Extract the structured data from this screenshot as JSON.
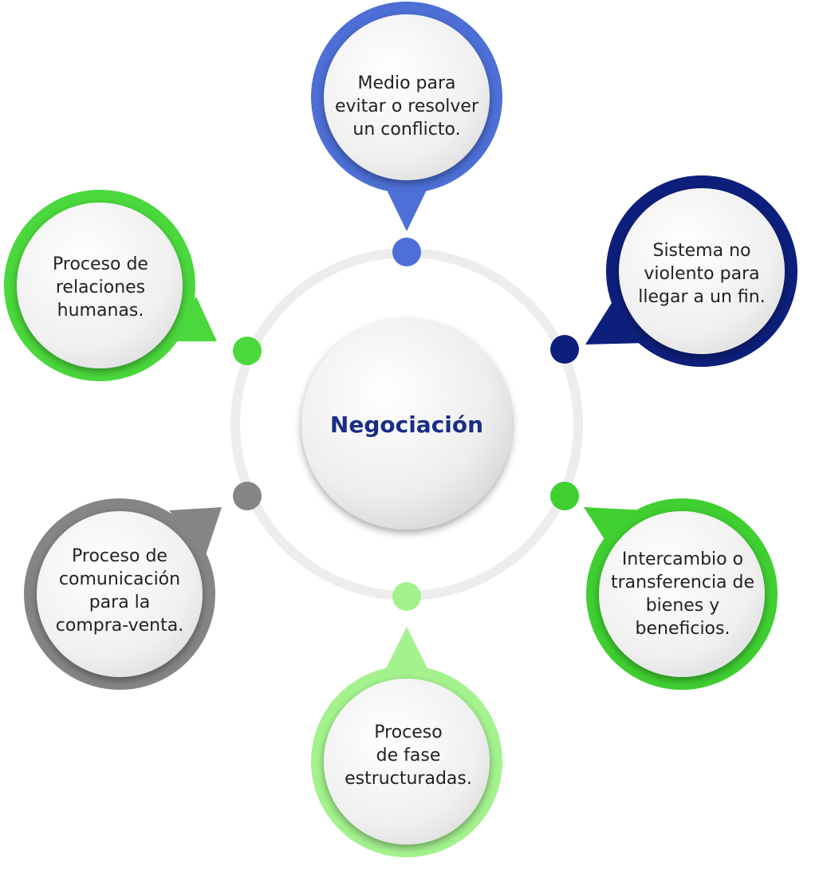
{
  "center": {
    "label": "Negociación"
  },
  "nodes": [
    {
      "id": "top",
      "lines": [
        "Medio para",
        "evitar o resolver",
        "un conflicto."
      ],
      "color": "#4d6fd6"
    },
    {
      "id": "top-right",
      "lines": [
        "Sistema no",
        "violento para",
        "llegar a un fin."
      ],
      "color": "#0d1f7c"
    },
    {
      "id": "bottom-right",
      "lines": [
        "Intercambio o",
        "transferencia de",
        "bienes y",
        "beneficios."
      ],
      "color": "#3fcf31"
    },
    {
      "id": "bottom",
      "lines": [
        "Proceso",
        "de fase",
        "estructuradas."
      ],
      "color": "#a4f28e"
    },
    {
      "id": "bottom-left",
      "lines": [
        "Proceso de",
        "comunicación",
        "para la",
        "compra-venta."
      ],
      "color": "#858585"
    },
    {
      "id": "top-left",
      "lines": [
        "Proceso de",
        "relaciones",
        "humanas."
      ],
      "color": "#4ad83c"
    }
  ]
}
